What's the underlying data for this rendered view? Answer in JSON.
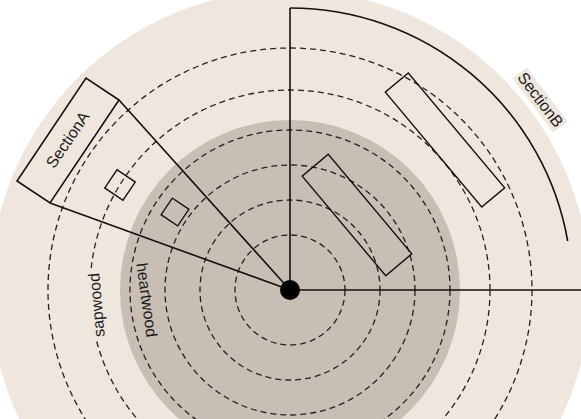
{
  "diagram": {
    "labels": [
      "SectionA",
      "SectionB",
      "sapwood",
      "heartwood"
    ]
  }
}
